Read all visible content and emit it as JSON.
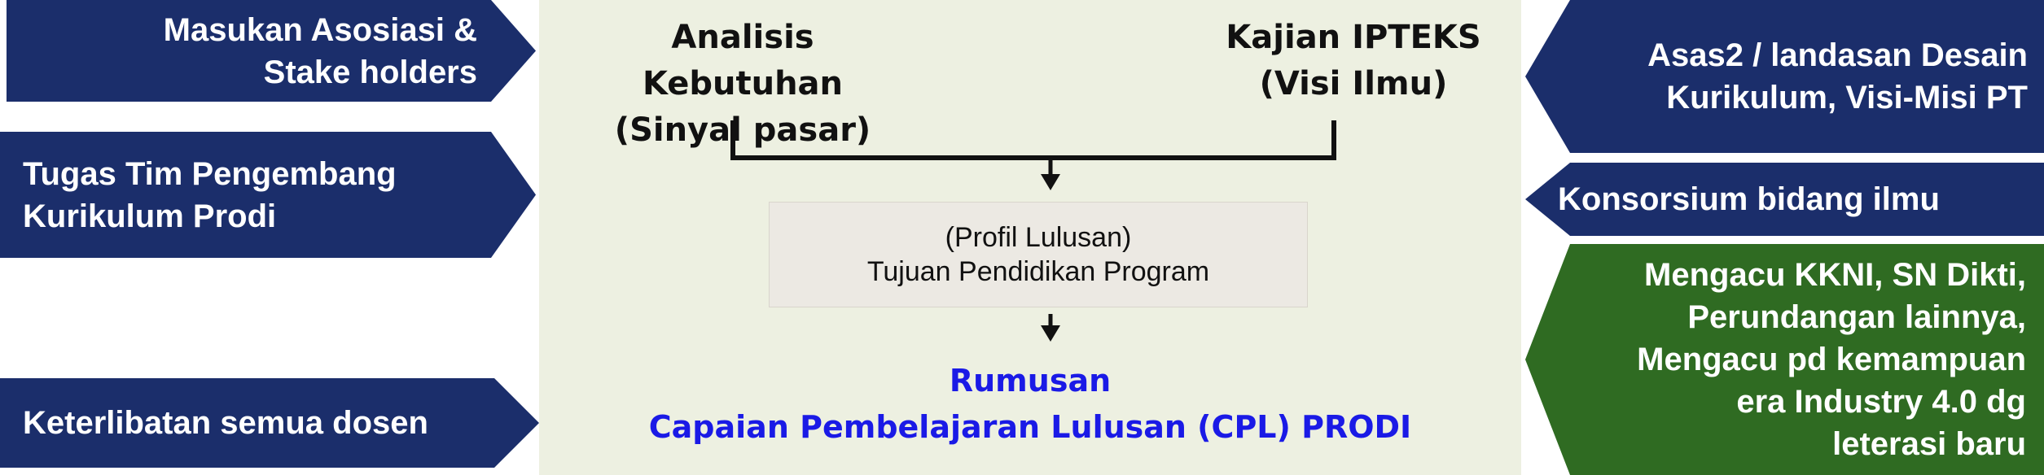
{
  "left_boxes": [
    {
      "lines": [
        "Masukan  Asosiasi &",
        "Stake holders"
      ]
    },
    {
      "lines": [
        "Tugas Tim Pengembang",
        "Kurikulum Prodi"
      ]
    },
    {
      "lines": [
        "Keterlibatan semua dosen"
      ]
    }
  ],
  "right_boxes": [
    {
      "lines": [
        "Asas2  / landasan Desain",
        "Kurikulum, Visi-Misi PT"
      ]
    },
    {
      "lines": [
        "Konsorsium bidang ilmu"
      ]
    },
    {
      "lines": [
        "Mengacu KKNI, SN Dikti,",
        "Perundangan lainnya,",
        "Mengacu pd kemampuan",
        "era Industry 4.0 dg",
        "leterasi baru"
      ]
    }
  ],
  "center": {
    "need": {
      "line1": "Analisis Kebutuhan",
      "line2": "(Sinyal pasar)"
    },
    "tech": {
      "line1": "Kajian IPTEKS",
      "line2": "(Visi Ilmu)"
    },
    "profile": {
      "line1": "(Profil Lulusan)",
      "line2": "Tujuan Pendidikan Program"
    },
    "result": {
      "line1": "Rumusan",
      "line2": "Capaian Pembelajaran Lulusan (CPL) PRODI"
    }
  },
  "colors": {
    "navy": "#1b2e6b",
    "green": "#2f6b22",
    "panel": "#edf0e1",
    "result_text": "#1a1ae6"
  }
}
